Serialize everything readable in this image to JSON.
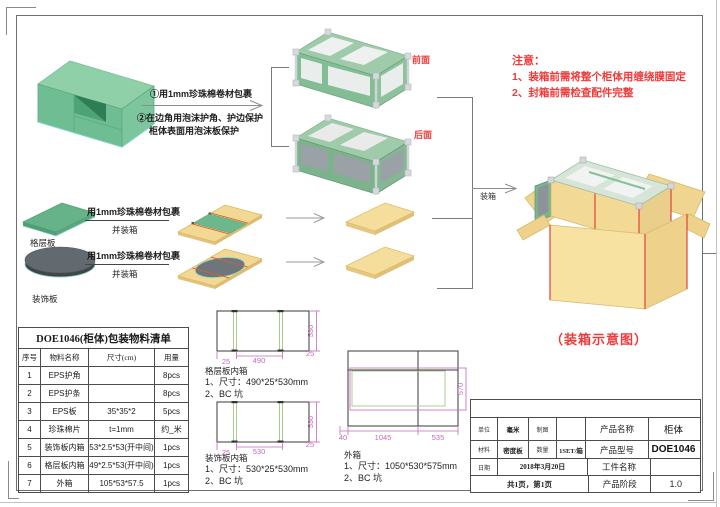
{
  "sheet": {
    "pack_arrow_label": "装箱"
  },
  "flow_top": {
    "step1": "①用1mm珍珠棉卷材包裹",
    "step2_line1": "②在边角用泡沫护角、护边保护",
    "step2_line2": "柜体表面用泡沫板保护",
    "front_label": "前面",
    "back_label": "后面"
  },
  "notice": {
    "title": "注意：",
    "items": [
      "1、装箱前需将整个柜体用缠绕膜固定",
      "2、封箱前需检查配件完整"
    ]
  },
  "panel_flows": [
    {
      "name": "格层板",
      "wrap_text": "用1mm珍珠棉卷材包裹",
      "pack_text": "并装箱"
    },
    {
      "name": "装饰板",
      "wrap_text": "用1mm珍珠棉卷材包裹",
      "pack_text": "并装箱"
    }
  ],
  "box_caption": "（装箱示意图）",
  "material_table": {
    "title": "DOE1046(柜体)包装物料清单",
    "headers": [
      "序号",
      "物料名称",
      "尺寸(cm)",
      "用量"
    ],
    "rows": [
      [
        "1",
        "EPS护角",
        "",
        "8pcs"
      ],
      [
        "2",
        "EPS护条",
        "",
        "8pcs"
      ],
      [
        "3",
        "EPS板",
        "35*35*2",
        "5pcs"
      ],
      [
        "4",
        "珍珠棉片",
        "t=1mm",
        "约_米"
      ],
      [
        "5",
        "装饰板内箱",
        "53*2.5*53(开中间)",
        "1pcs"
      ],
      [
        "6",
        "格层板内箱",
        "49*2.5*53(开中间)",
        "1pcs"
      ],
      [
        "7",
        "外箱",
        "105*53*57.5",
        "1pcs"
      ]
    ]
  },
  "drawings": {
    "grid_box": {
      "name": "格层板内箱",
      "size_line": "1、尺寸：490*25*530mm",
      "flute_line": "2、BC 坑",
      "dim_h": "530",
      "dim_w": "490",
      "dim_flap": "25",
      "dim_flap2": "25"
    },
    "deco_box": {
      "name": "装饰板内箱",
      "size_line": "1、尺寸：530*25*530mm",
      "flute_line": "2、BC 坑",
      "dim_h": "530",
      "dim_w": "530",
      "dim_flap": "25",
      "dim_flap2": "25"
    },
    "outer_box": {
      "name": "外箱",
      "size_line": "1、尺寸：1050*530*575mm",
      "flute_line": "2、BC 坑",
      "dim_h": "570",
      "dim_a": "40",
      "dim_b": "1045",
      "dim_c": "535"
    }
  },
  "title_block": {
    "unit_label": "单位",
    "unit_value": "毫米",
    "draft_label": "制图",
    "draft_value": "",
    "material_label": "材料",
    "material_value": "密度板",
    "qty_label": "数量",
    "qty_value": "1SET/箱",
    "date_label": "日期",
    "date_value": "2018年3月20日",
    "pages_value": "共1页，第1页",
    "product_name_label": "产品名称",
    "product_name_value": "柜体",
    "model_label": "产品型号",
    "model_value": "DOE1046",
    "part_label": "工件名称",
    "part_value": "",
    "stage_label": "产品阶段",
    "stage_value": "1.0"
  },
  "colors": {
    "accent_red": "#ee3a3a",
    "dimension_magenta": "#c668be",
    "panel_green": "#6cb88c",
    "cardboard": "#f4dd9c"
  }
}
